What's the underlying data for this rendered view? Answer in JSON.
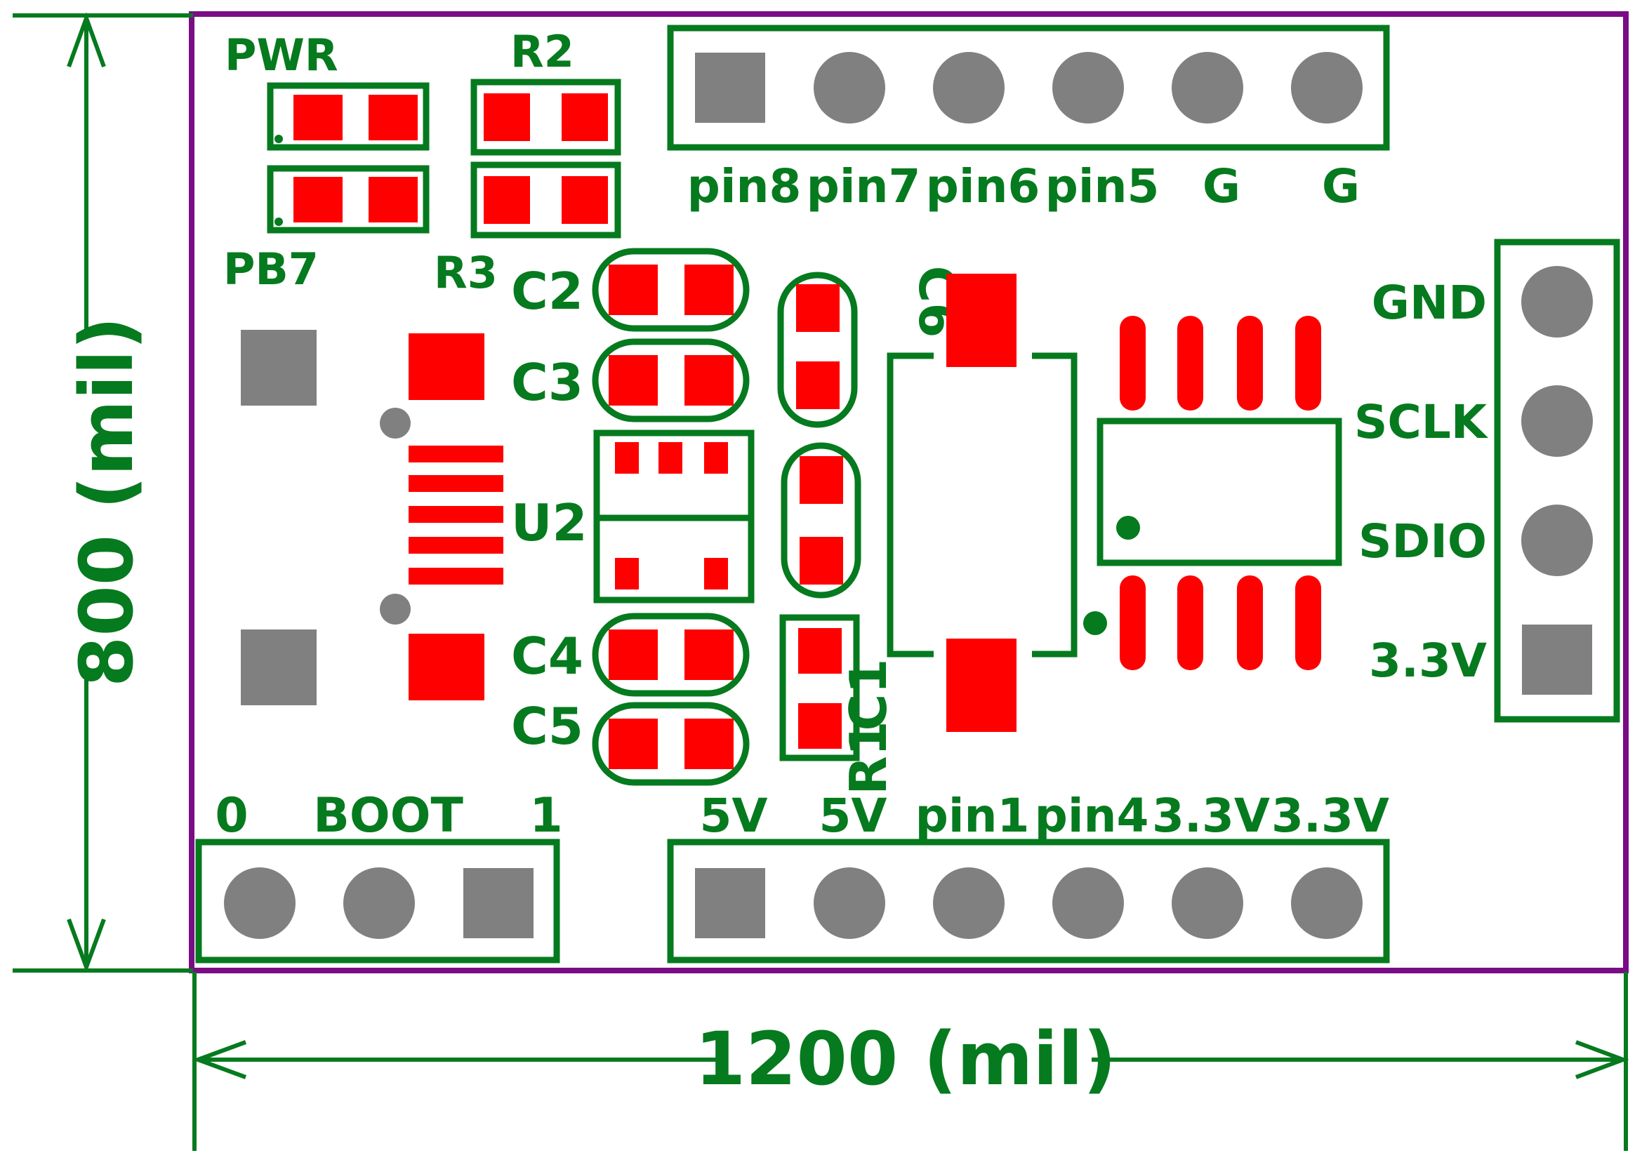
{
  "colors": {
    "silkscreen": "#067a1e",
    "outline": "#7a0d86",
    "pad": "#ff0000",
    "hole": "#808080",
    "background": "#ffffff"
  },
  "dimensions": {
    "width_label": "1200 (mil)",
    "height_label": "800 (mil)"
  },
  "header_top": {
    "pins": [
      {
        "label": "pin8",
        "square": true
      },
      {
        "label": "pin7",
        "square": false
      },
      {
        "label": "pin6",
        "square": false
      },
      {
        "label": "pin5",
        "square": false
      },
      {
        "label": "G",
        "square": false
      },
      {
        "label": "G",
        "square": false
      }
    ]
  },
  "header_bottom": {
    "pins": [
      {
        "label": "5V",
        "square": true
      },
      {
        "label": "5V",
        "square": false
      },
      {
        "label": "pin1",
        "square": false
      },
      {
        "label": "pin4",
        "square": false
      },
      {
        "label": "3.3V",
        "square": false
      },
      {
        "label": "3.3V",
        "square": false
      }
    ]
  },
  "header_right": {
    "pins": [
      {
        "label": "GND",
        "square": false
      },
      {
        "label": "SCLK",
        "square": false
      },
      {
        "label": "SDIO",
        "square": false
      },
      {
        "label": "3.3V",
        "square": true
      }
    ]
  },
  "boot_header": {
    "title": "BOOT",
    "left_label": "0",
    "right_label": "1"
  },
  "components": {
    "pwr": "PWR",
    "pb7": "PB7",
    "r2": "R2",
    "r3": "R3",
    "c2": "C2",
    "c3": "C3",
    "c4": "C4",
    "c5": "C5",
    "c6": "C6",
    "u2": "U2",
    "c1": "C1",
    "r1": "R1"
  }
}
